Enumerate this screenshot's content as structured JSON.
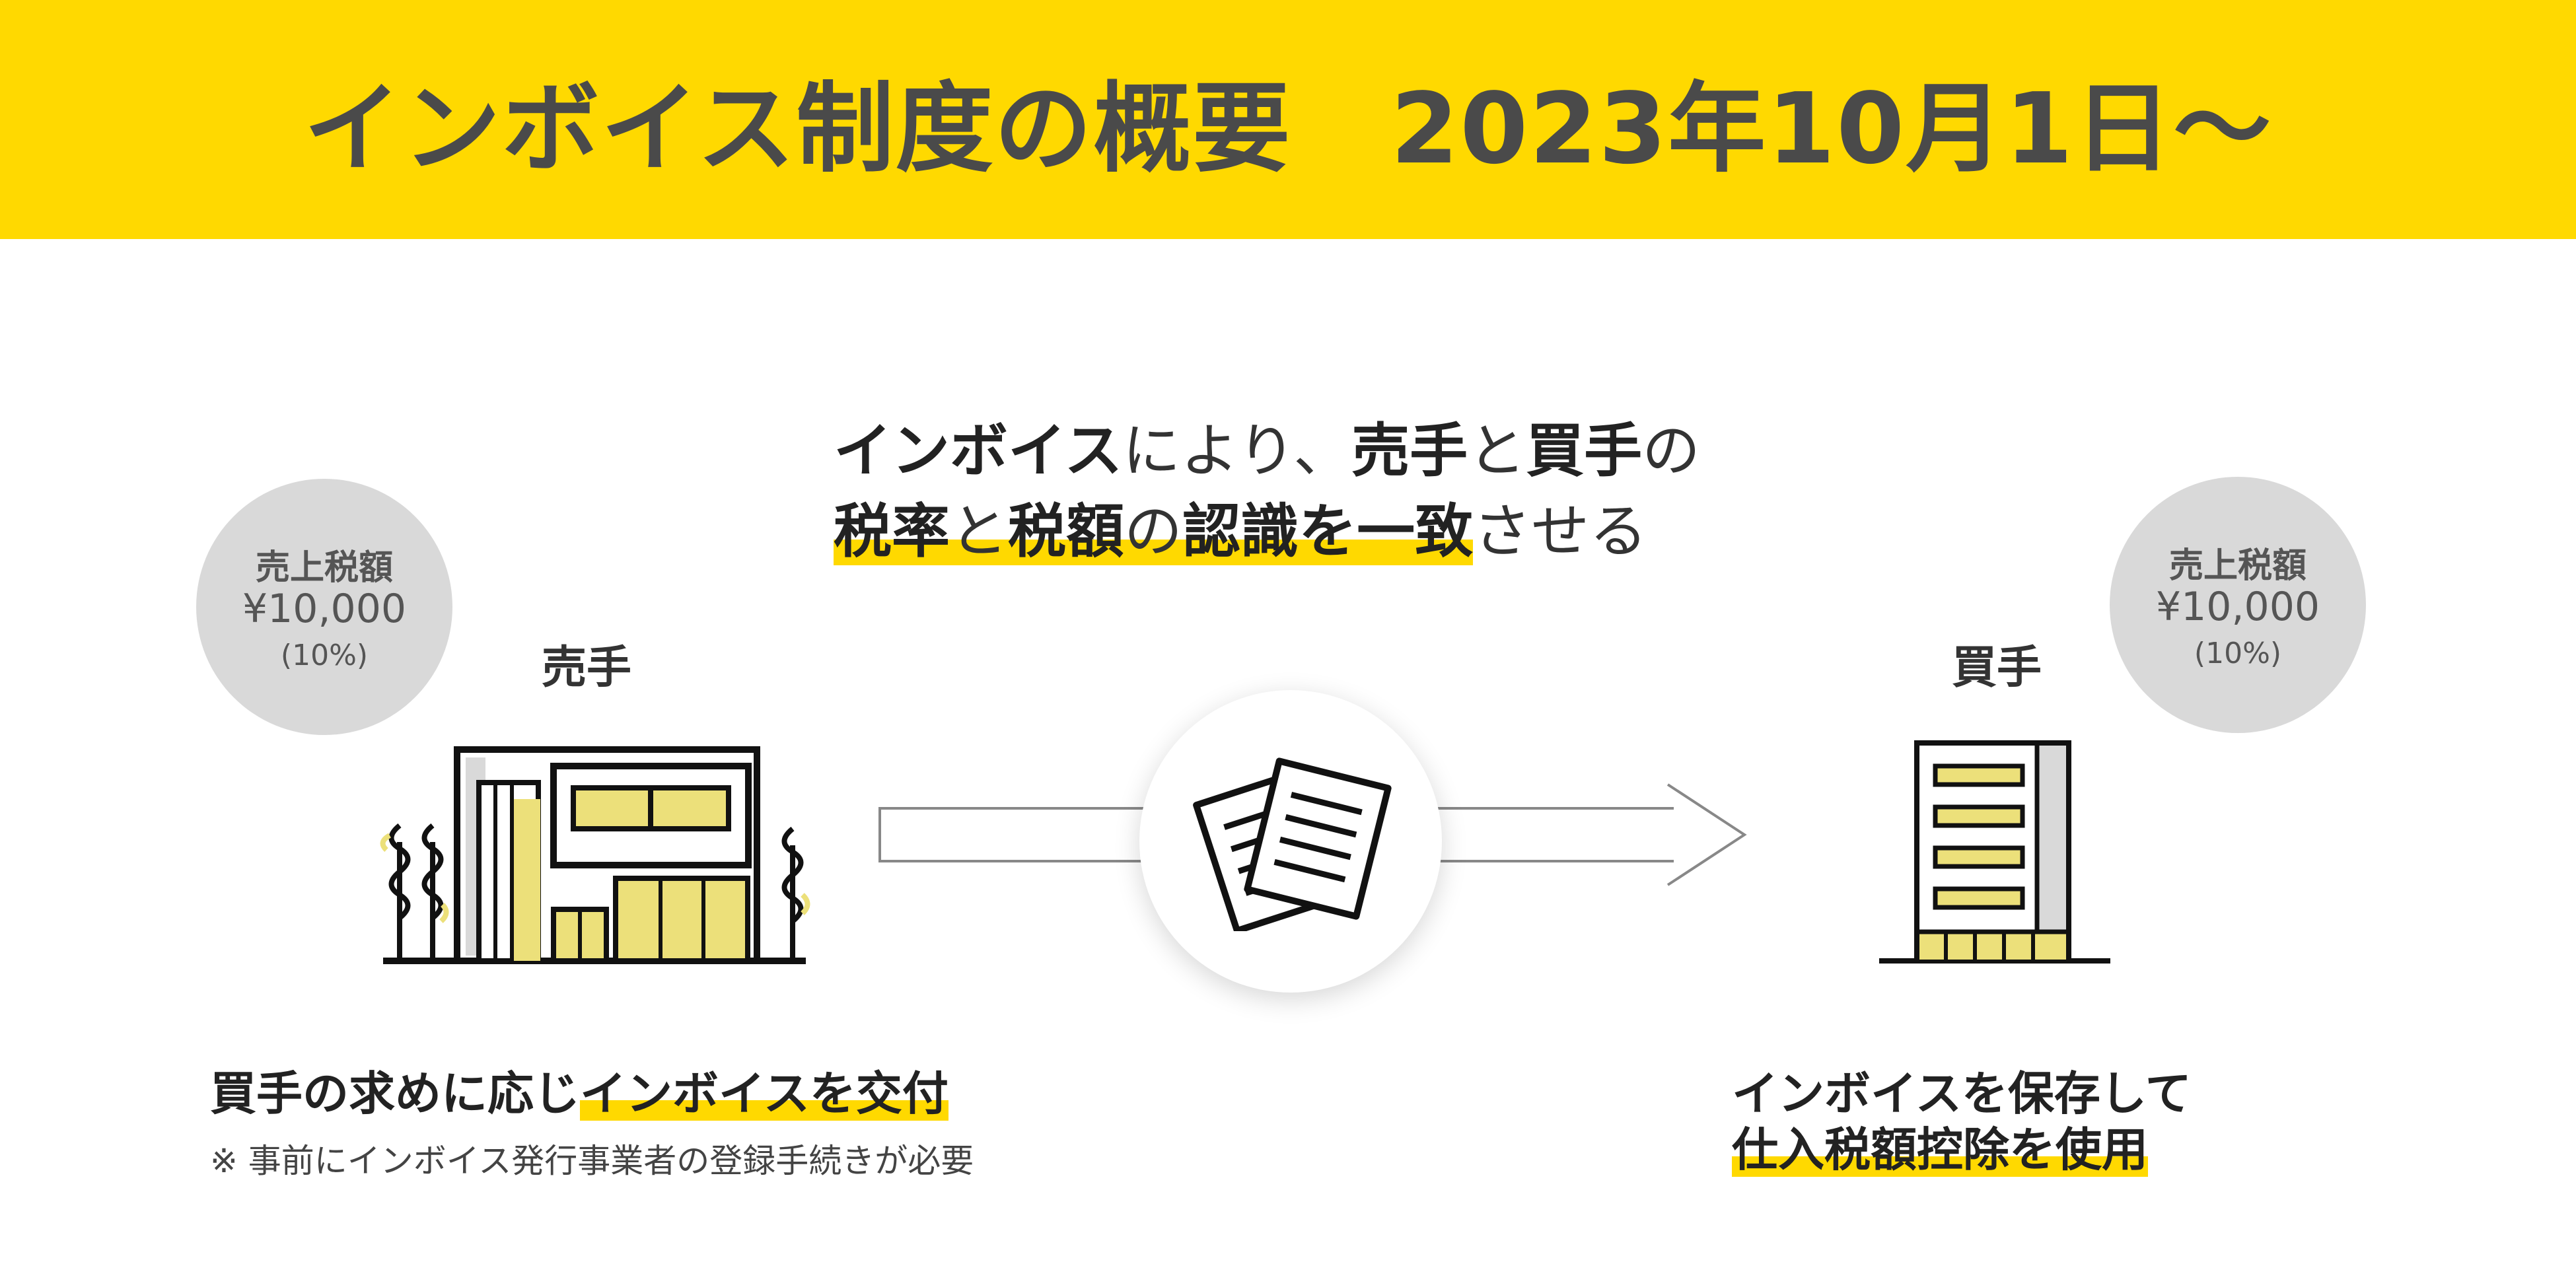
{
  "header": {
    "title": "インボイス制度の概要　2023年10月1日〜"
  },
  "headline": {
    "line1": [
      {
        "text": "インボイス",
        "bold": true
      },
      {
        "text": "により、",
        "bold": false
      },
      {
        "text": "売手",
        "bold": true
      },
      {
        "text": "と",
        "bold": false
      },
      {
        "text": "買手",
        "bold": true
      },
      {
        "text": "の",
        "bold": false
      }
    ],
    "line2_highlighted": [
      {
        "text": "税率",
        "bold": true
      },
      {
        "text": "と",
        "bold": false
      },
      {
        "text": "税額",
        "bold": true
      },
      {
        "text": "の",
        "bold": false
      },
      {
        "text": "認識を一致",
        "bold": true
      }
    ],
    "line2_tail": "させる"
  },
  "seller": {
    "label": "売手",
    "tax_badge": {
      "title": "売上税額",
      "amount": "¥10,000",
      "rate": "(10%)"
    },
    "caption_prefix": "買手の求めに応じ",
    "caption_highlight": "インボイスを交付",
    "note": "※ 事前にインボイス発行事業者の登録手続きが必要"
  },
  "buyer": {
    "label": "買手",
    "tax_badge": {
      "title": "売上税額",
      "amount": "¥10,000",
      "rate": "(10%)"
    },
    "caption_line1": "インボイスを保存して",
    "caption_line2": "仕入税額控除を使用"
  },
  "icons": {
    "seller": "store-building-icon",
    "buyer": "office-building-icon",
    "document": "documents-icon",
    "arrow": "right-arrow-icon"
  },
  "colors": {
    "accent_yellow": "#ffd900",
    "building_fill": "#ece07a",
    "badge_gray": "#d9d9d9",
    "title_gray": "#4a4a4a"
  }
}
